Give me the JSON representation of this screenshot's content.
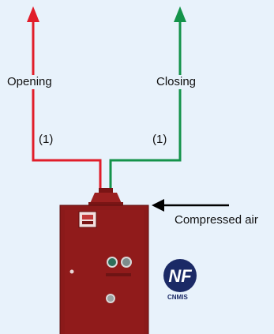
{
  "labels": {
    "opening": "Opening",
    "closing": "Closing",
    "opening_note": "(1)",
    "closing_note": "(1)",
    "compressed_air": "Compressed air"
  },
  "logo": {
    "text": "NF",
    "caption": "CNMIS"
  },
  "colors": {
    "background": "#e8f2fb",
    "opening_line": "#e11d2a",
    "closing_line": "#14934a",
    "cabinet": "#8b1a1a",
    "cabinet_shadow": "#5e0f0f",
    "logo_blue": "#1b2a66",
    "arrow": "#000000"
  },
  "icons": [
    "arrow-up-red-icon",
    "arrow-up-green-icon",
    "arrow-left-icon",
    "nf-logo-icon"
  ]
}
